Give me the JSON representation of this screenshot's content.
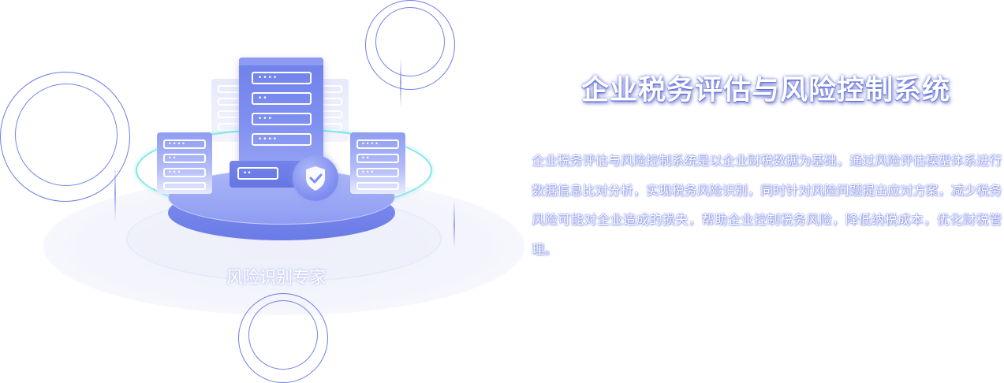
{
  "illustration": {
    "expert_label": "风险识别专家",
    "badges": {
      "left": "",
      "top_right": "",
      "bottom": ""
    },
    "shield_icon": "shield-check-icon",
    "server_icon": "server-rack-icon"
  },
  "content": {
    "title": "企业税务评估与风险控制系统",
    "description": "企业税务评估与风险控制系统是以企业财税数据为基础，通过风险评估模型体系进行数据信息比对分析，实现税务风险识别，同时针对风险问题提出应对方案，减少税务风险可能对企业造成的损失，帮助企业控制税务风险，降低纳税成本，优化财税管理。"
  },
  "colors": {
    "accent": "#6f80ea",
    "accent_light": "#aab6f7",
    "ring_cyan": "#6ee1e6",
    "text_shadow": "#5d6cd8"
  }
}
